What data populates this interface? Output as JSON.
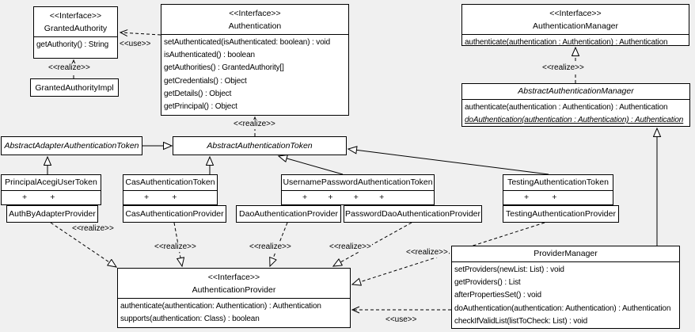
{
  "colors": {
    "background": "#f0f0f0",
    "box_fill": "#ffffff",
    "line": "#000000"
  },
  "edge_labels": {
    "realize": "<<realize>>",
    "use": "<<use>>"
  },
  "classes": {
    "granted_authority": {
      "stereotype": "<<Interface>>",
      "name": "GrantedAuthority",
      "methods": [
        "getAuthority() : String"
      ]
    },
    "granted_authority_impl": {
      "name": "GrantedAuthorityImpl"
    },
    "authentication": {
      "stereotype": "<<Interface>>",
      "name": "Authentication",
      "methods": [
        "setAuthenticated(isAuthenticated: boolean) : void",
        "isAuthenticated() : boolean",
        "getAuthorities() : GrantedAuthority[]",
        "getCredentials() : Object",
        "getDetails() : Object",
        "getPrincipal() : Object"
      ]
    },
    "authentication_manager": {
      "stereotype": "<<Interface>>",
      "name": "AuthenticationManager",
      "methods": [
        "authenticate(authentication : Authentication) : Authentication"
      ]
    },
    "abstract_authentication_manager": {
      "name": "AbstractAuthenticationManager",
      "methods": [
        "authenticate(authentication : Authentication) : Authentication",
        "doAuthentication(authentication : Authentication) : Authentication"
      ]
    },
    "abstract_adapter_authentication_token": {
      "name": "AbstractAdapterAuthenticationToken"
    },
    "abstract_authentication_token": {
      "name": "AbstractAuthenticationToken"
    },
    "principal_acegi_user_token": {
      "name": "PrincipalAcegiUserToken",
      "attributes": "+          +"
    },
    "cas_authentication_token": {
      "name": "CasAuthenticationToken",
      "attributes": "+          +"
    },
    "username_password_authentication_token": {
      "name": "UsernamePasswordAuthenticationToken",
      "attributes": "+         +         +         +"
    },
    "testing_authentication_token": {
      "name": "TestingAuthenticationToken",
      "attributes": "+          +"
    },
    "auth_by_adapter_provider": {
      "name": "AuthByAdapterProvider"
    },
    "cas_authentication_provider": {
      "name": "CasAuthenticationProvider"
    },
    "dao_authentication_provider": {
      "name": "DaoAuthenticationProvider"
    },
    "password_dao_authentication_provider": {
      "name": "PasswordDaoAuthenticationProvider"
    },
    "testing_authentication_provider": {
      "name": "TestingAuthenticationProvider"
    },
    "authentication_provider": {
      "stereotype": "<<Interface>>",
      "name": "AuthenticationProvider",
      "methods": [
        "authenticate(authentication: Authentication) : Authentication",
        "supports(authentication: Class) : boolean"
      ]
    },
    "provider_manager": {
      "name": "ProviderManager",
      "methods": [
        "setProviders(newList: List) : void",
        "getProviders() : List",
        "afterPropertiesSet() : void",
        "doAuthentication(authentication: Authentication) : Authentication",
        "checkIfValidList(listToCheck: List) : void"
      ]
    }
  }
}
